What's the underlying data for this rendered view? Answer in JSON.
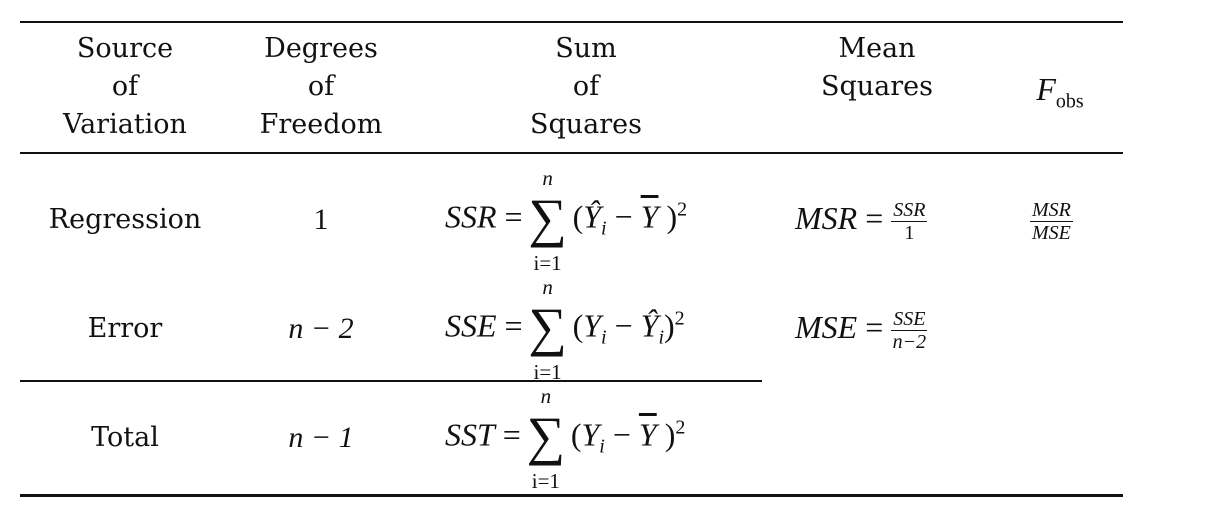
{
  "table": {
    "headers": [
      {
        "lines": [
          "Source",
          "of",
          "Variation"
        ]
      },
      {
        "lines": [
          "Degrees",
          "of",
          "Freedom"
        ]
      },
      {
        "lines": [
          "Sum",
          "of",
          "Squares"
        ]
      },
      {
        "lines": [
          "Mean",
          "Squares"
        ]
      },
      {
        "symbol": "F",
        "subscript": "obs"
      }
    ],
    "rows": [
      {
        "source": "Regression",
        "df": "1",
        "ss": {
          "lhs": "SSR",
          "sum_upper": "n",
          "sum_lower": "i=1",
          "term_a": "Ŷ",
          "term_a_sub": "i",
          "term_b": "Y",
          "power": "2"
        },
        "ms": {
          "lhs": "MSR",
          "num": "SSR",
          "den": "1"
        },
        "f": {
          "num": "MSR",
          "den": "MSE"
        }
      },
      {
        "source": "Error",
        "df": "n − 2",
        "ss": {
          "lhs": "SSE",
          "sum_upper": "n",
          "sum_lower": "i=1",
          "term_a": "Y",
          "term_a_sub": "i",
          "term_b": "Ŷ",
          "term_b_sub": "i",
          "power": "2"
        },
        "ms": {
          "lhs": "MSE",
          "num": "SSE",
          "den": "n−2"
        }
      },
      {
        "source": "Total",
        "df": "n − 1",
        "ss": {
          "lhs": "SST",
          "sum_upper": "n",
          "sum_lower": "i=1",
          "term_a": "Y",
          "term_a_sub": "i",
          "term_b": "Y",
          "power": "2"
        }
      }
    ]
  },
  "symbols": {
    "equals": "=",
    "minus": "−",
    "sigma": "∑",
    "open": "(",
    "close": ")"
  }
}
